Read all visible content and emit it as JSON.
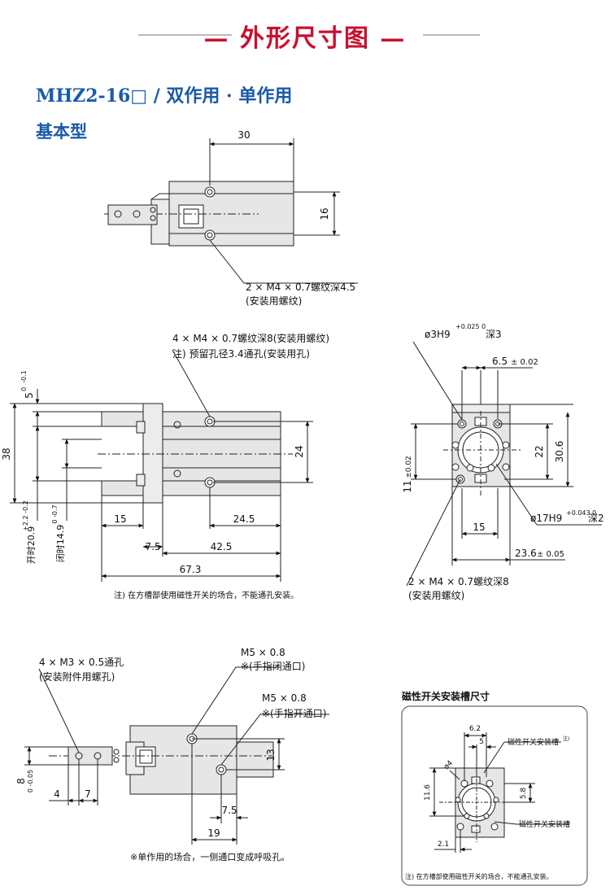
{
  "header": {
    "title": "— 外形尺寸图 —"
  },
  "model": {
    "name": "MHZ2-16□ / 双作用 · 单作用"
  },
  "subtitle": "基本型",
  "top_view": {
    "dim_30": "30",
    "dim_16": "16",
    "note1": "2 × M4 × 0.7螺纹深4.5",
    "note2": "(安装用螺纹)"
  },
  "front_view": {
    "note1": "4 × M4 × 0.7螺纹深8(安装用螺纹)",
    "note2": "注) 预留孔径3.4通孔(安装用孔)",
    "dim_5": "5",
    "dim_5_tol": "0  -0.1",
    "dim_38": "38",
    "dim_24": "24",
    "dim_15": "15",
    "dim_24_5": "24.5",
    "dim_7_5": "7.5",
    "dim_42_5": "42.5",
    "dim_67_3": "67.3",
    "open_label": "开时20.9",
    "open_tol": "+2.2 -0.2",
    "close_label": "闭时14.9",
    "close_tol": "0 -0.7",
    "footnote": "注) 在方槽部使用磁性开关的场合，不能通孔安装。"
  },
  "side_view": {
    "hole_note": "ø3H9",
    "hole_tol": "+0.025 0",
    "hole_depth": "深3",
    "dim_6_5": "6.5",
    "dim_6_5_tol": "± 0.02",
    "dim_22": "22",
    "dim_30_6": "30.6",
    "dim_11": "11",
    "dim_11_tol": "±0.02",
    "bore_note": "ø17H9",
    "bore_tol": "+0.043 0",
    "bore_depth": "深2",
    "dim_15": "15",
    "dim_23_6": "23.6",
    "dim_23_6_tol": "± 0.05",
    "note1": "2 × M4 × 0.7螺纹深8",
    "note2": "(安装用螺纹)"
  },
  "bottom_view": {
    "note1": "4 × M3 × 0.5通孔",
    "note2": "(安装附件用螺孔)",
    "m5_a": "M5 × 0.8",
    "m5_a_note": "※(手指闭通口)",
    "m5_b": "M5 × 0.8",
    "m5_b_note": "※(手指开通口)",
    "dim_13": "13",
    "dim_8": "8",
    "dim_8_tol": "0 -0.05",
    "dim_4": "4",
    "dim_7": "7",
    "dim_7_5": "7.5",
    "dim_19": "19",
    "footnote": "※单作用的场合，一侧通口变成呼吸孔。"
  },
  "slot_box": {
    "title": "磁性开关安装槽尺寸",
    "dim_6_2": "6.2",
    "dim_5": "5",
    "dim_4": "ø4",
    "dim_11_6": "11.6",
    "dim_5_8": "5.8",
    "dim_2_1": "2.1",
    "label_a": "磁性开关安装槽",
    "label_a_sup": "注)",
    "label_b": "磁性开关安装槽",
    "footnote": "注) 在方槽部使用磁性开关的场合，不能通孔安装。"
  }
}
